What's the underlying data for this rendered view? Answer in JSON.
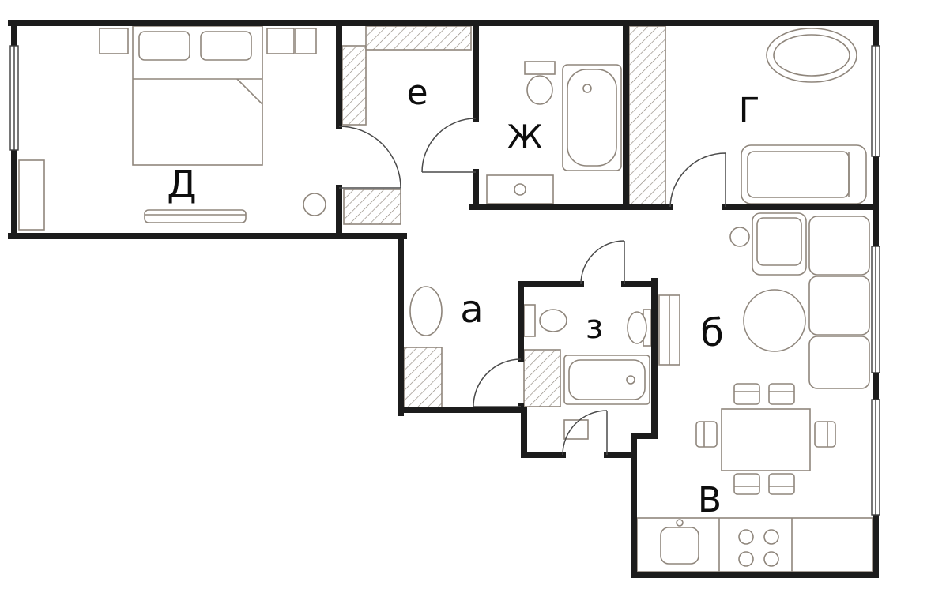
{
  "labels": {
    "d": "Д",
    "e": "е",
    "zh": "Ж",
    "g": "Г",
    "a": "а",
    "z": "з",
    "b": "б",
    "v": "В"
  },
  "colors": {
    "wall": "#1c1c1c",
    "furniture": "#8f867c"
  }
}
